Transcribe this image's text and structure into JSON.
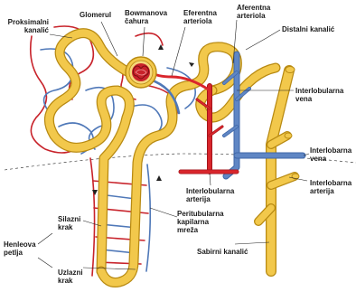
{
  "labels": {
    "proximal": "Proksimalni\nkanalić",
    "glomerulus": "Glomerul",
    "bowman": "Bowmanova\nčahura",
    "efferent": "Eferentna\narteriola",
    "afferent": "Aferentna\narteriola",
    "distal": "Distalni kanalić",
    "interlobular_vein": "Interlobularna\nvena",
    "interlobar_vein": "Interlobarna\nvena",
    "interlobar_artery": "Interlobarna\narterija",
    "interlobular_artery": "Interlobularna\narterija",
    "peritubular": "Peritubularna\nkapilarna\nmreža",
    "collecting": "Sabirni kanalić",
    "descending": "Silazni\nkrak",
    "ascending": "Uzlazni\nkrak",
    "henle": "Henleova\npetlja"
  },
  "colors": {
    "tubule": "#f2c84b",
    "tubule_outline": "#b88a12",
    "artery": "#d9262c",
    "vein": "#5f86c4",
    "capillary_red": "#c8232b",
    "capillary_blue": "#4f78b8",
    "boundary": "#222222",
    "text": "#1a1a1a"
  }
}
